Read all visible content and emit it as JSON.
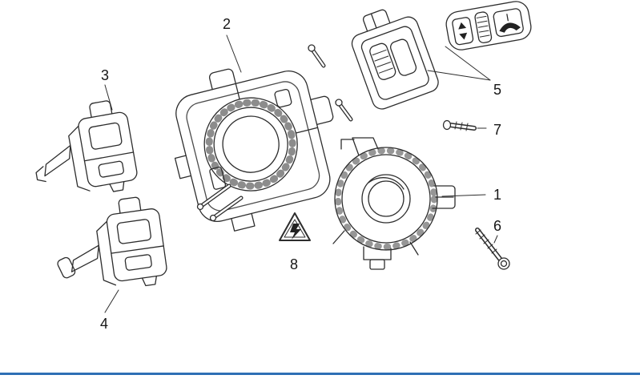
{
  "page": {
    "background_color": "#ffffff",
    "footer_line_color": "#2e6fb5"
  },
  "diagram": {
    "line_color": "#2d2d2d",
    "callouts": [
      {
        "label": "1",
        "part": "clock-spring-ring"
      },
      {
        "label": "2",
        "part": "switch-housing"
      },
      {
        "label": "3",
        "part": "turn-signal-switch"
      },
      {
        "label": "4",
        "part": "wiper-switch"
      },
      {
        "label": "5",
        "part": "steering-wheel-multifunction-switch"
      },
      {
        "label": "6",
        "part": "bolt"
      },
      {
        "label": "7",
        "part": "screw"
      },
      {
        "label": "8",
        "part": "warning-triangle-label"
      }
    ]
  }
}
